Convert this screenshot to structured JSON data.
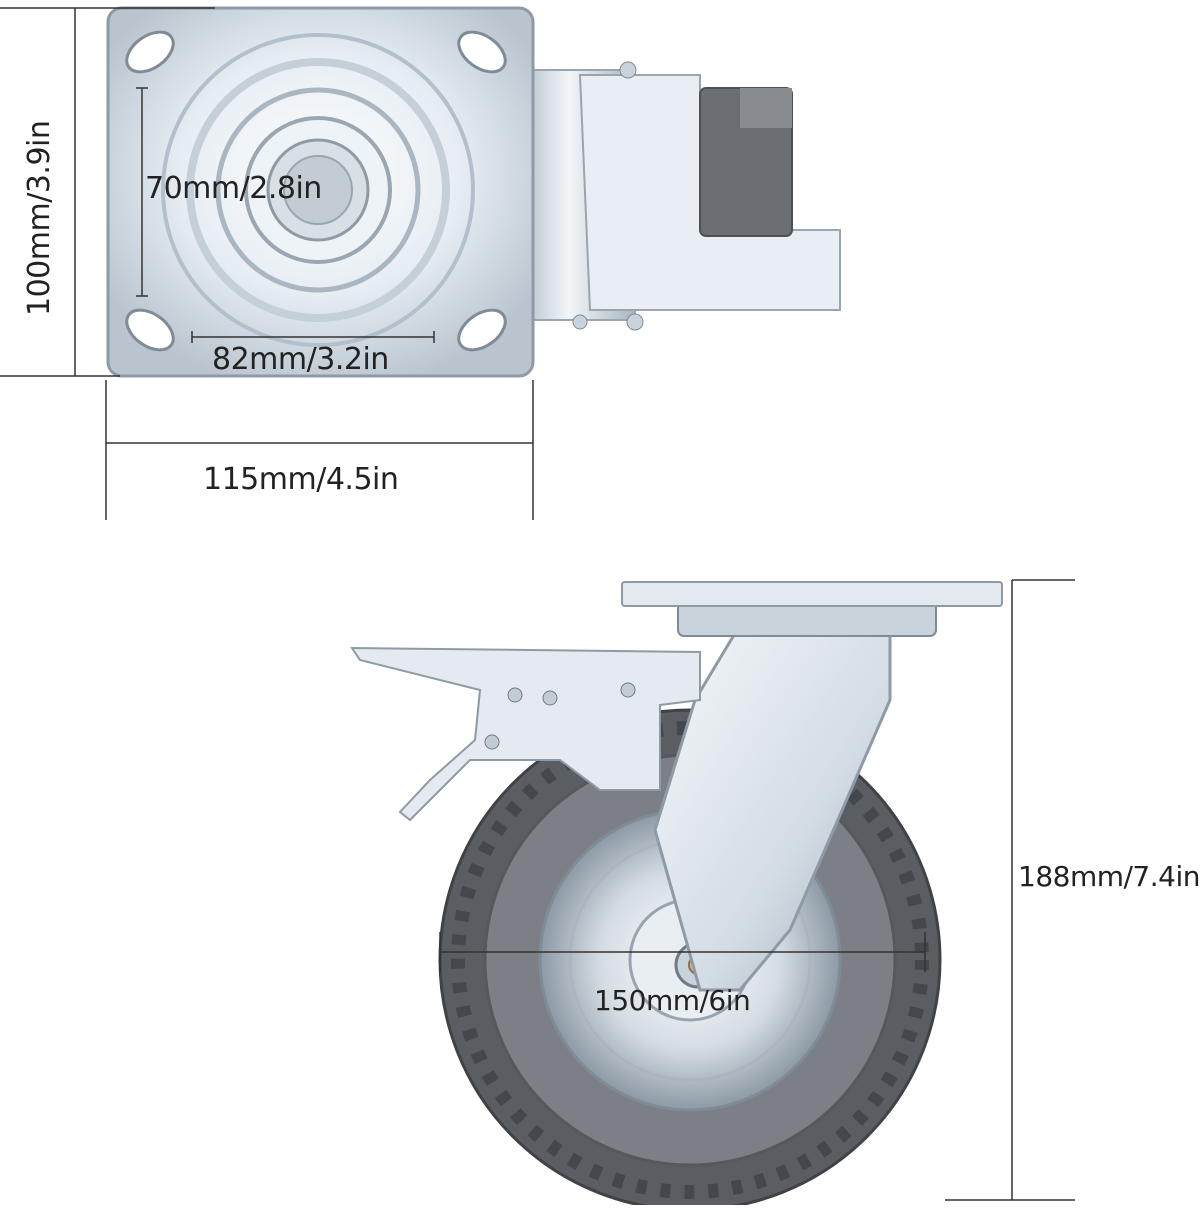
{
  "dimensions": {
    "top_view": {
      "plate_height": "100mm/3.9in",
      "inner_ring": "70mm/2.8in",
      "hole_spacing": "82mm/3.2in",
      "overall_width": "115mm/4.5in"
    },
    "side_view": {
      "overall_height": "188mm/7.4in",
      "wheel_diameter": "150mm/6in"
    }
  },
  "colors": {
    "metal_light": "#eef3f7",
    "metal_mid": "#c9d3dc",
    "metal_dark": "#8e9aa6",
    "rubber": "#5a5d62",
    "rubber_core": "#7c8086",
    "brake_pad": "#6b6e72",
    "dimension_line": "#333333"
  }
}
